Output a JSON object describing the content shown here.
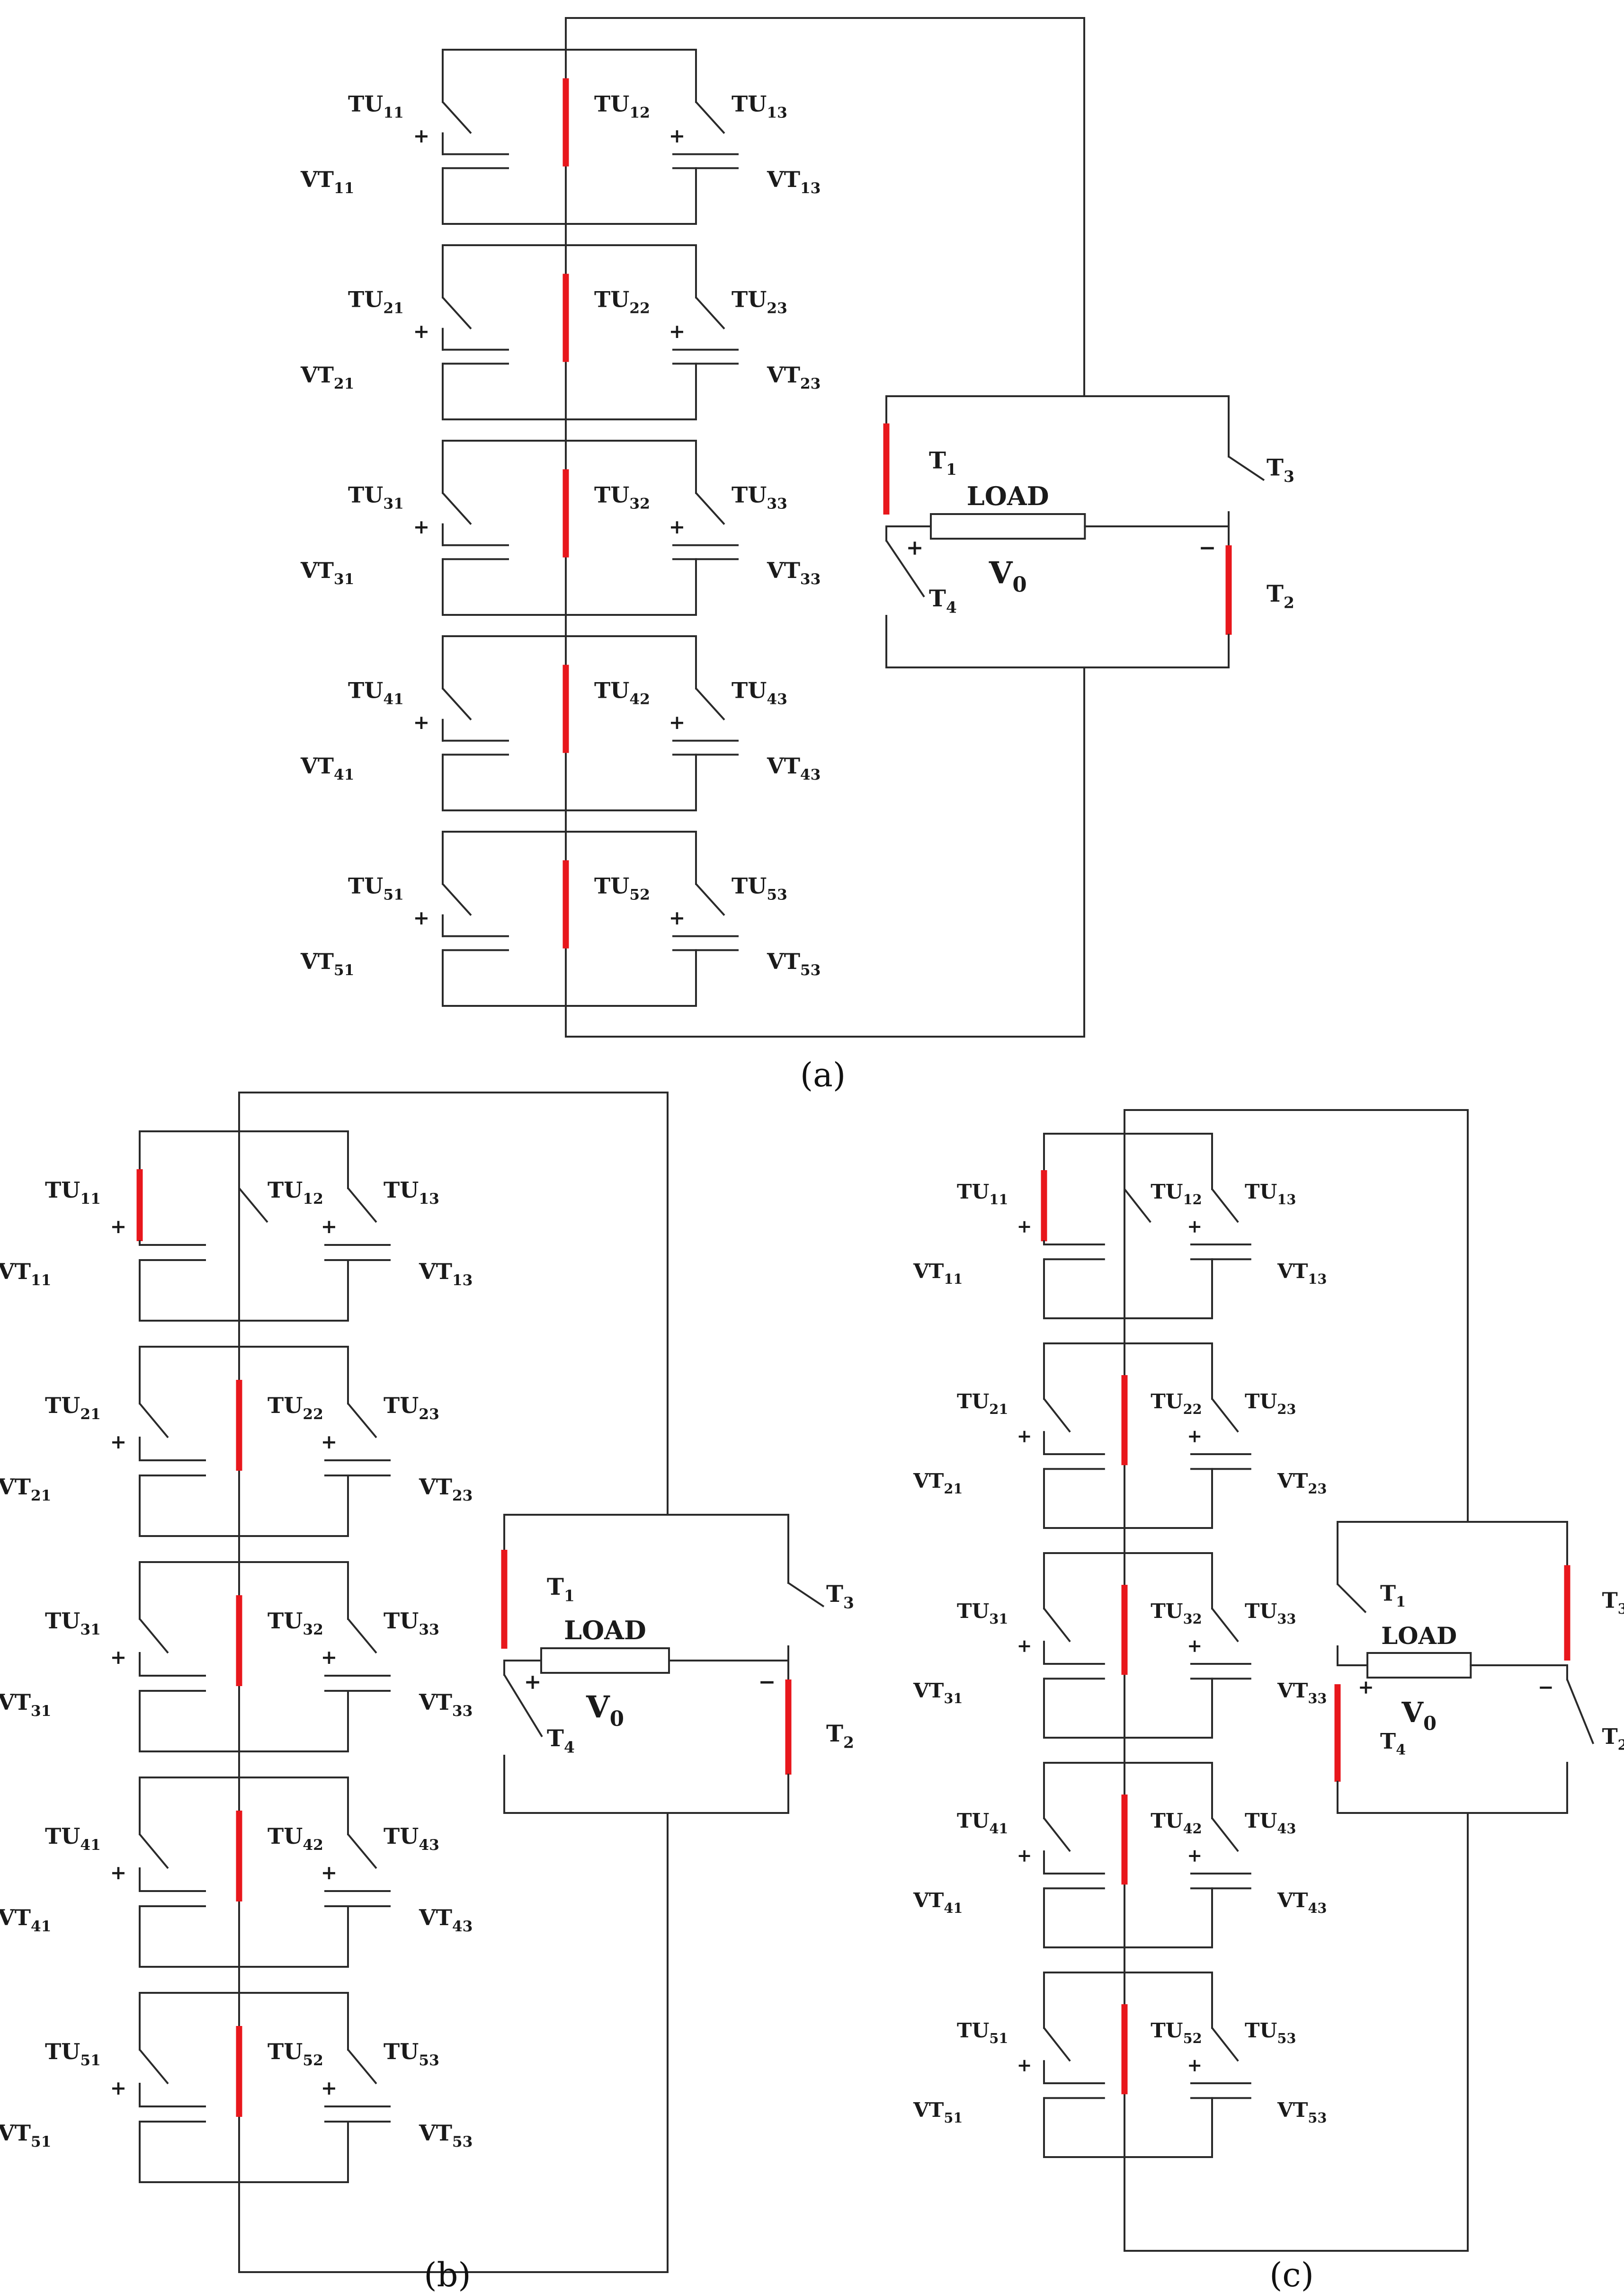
{
  "colors": {
    "wire": "#2a2a2a",
    "closed_switch": "#e8171c",
    "text": "#1a1a1a",
    "background": "#ffffff"
  },
  "text": {
    "plus": "+",
    "minus": "−",
    "load_label": "LOAD",
    "v_main": "V",
    "v_sub": "0"
  },
  "panels": [
    {
      "caption": "(a)",
      "cell_closed": [
        [
          "mid"
        ],
        [
          "mid"
        ],
        [
          "mid"
        ],
        [
          "mid"
        ],
        [
          "mid"
        ]
      ],
      "rows": [
        {
          "tu_left": "11",
          "tu_mid": "12",
          "tu_right": "13",
          "vt_left": "11",
          "vt_right": "13"
        },
        {
          "tu_left": "21",
          "tu_mid": "22",
          "tu_right": "23",
          "vt_left": "21",
          "vt_right": "23"
        },
        {
          "tu_left": "31",
          "tu_mid": "32",
          "tu_right": "33",
          "vt_left": "31",
          "vt_right": "33"
        },
        {
          "tu_left": "41",
          "tu_mid": "42",
          "tu_right": "43",
          "vt_left": "41",
          "vt_right": "43"
        },
        {
          "tu_left": "51",
          "tu_mid": "52",
          "tu_right": "53",
          "vt_left": "51",
          "vt_right": "53"
        }
      ],
      "bridge": {
        "T1": "closed",
        "T2": "closed",
        "T3": "open",
        "T4": "open"
      }
    },
    {
      "caption": "(b)",
      "cell_closed": [
        [
          "left"
        ],
        [
          "mid"
        ],
        [
          "mid"
        ],
        [
          "mid"
        ],
        [
          "mid"
        ]
      ],
      "rows": [
        {
          "tu_left": "11",
          "tu_mid": "12",
          "tu_right": "13",
          "vt_left": "11",
          "vt_right": "13"
        },
        {
          "tu_left": "21",
          "tu_mid": "22",
          "tu_right": "23",
          "vt_left": "21",
          "vt_right": "23"
        },
        {
          "tu_left": "31",
          "tu_mid": "32",
          "tu_right": "33",
          "vt_left": "31",
          "vt_right": "33"
        },
        {
          "tu_left": "41",
          "tu_mid": "42",
          "tu_right": "43",
          "vt_left": "41",
          "vt_right": "43"
        },
        {
          "tu_left": "51",
          "tu_mid": "52",
          "tu_right": "53",
          "vt_left": "51",
          "vt_right": "53"
        }
      ],
      "bridge": {
        "T1": "closed",
        "T2": "closed",
        "T3": "open",
        "T4": "open"
      }
    },
    {
      "caption": "(c)",
      "cell_closed": [
        [
          "left"
        ],
        [
          "mid"
        ],
        [
          "mid"
        ],
        [
          "mid"
        ],
        [
          "mid"
        ]
      ],
      "rows": [
        {
          "tu_left": "11",
          "tu_mid": "12",
          "tu_right": "13",
          "vt_left": "11",
          "vt_right": "13"
        },
        {
          "tu_left": "21",
          "tu_mid": "22",
          "tu_right": "23",
          "vt_left": "21",
          "vt_right": "23"
        },
        {
          "tu_left": "31",
          "tu_mid": "32",
          "tu_right": "33",
          "vt_left": "31",
          "vt_right": "33"
        },
        {
          "tu_left": "41",
          "tu_mid": "42",
          "tu_right": "43",
          "vt_left": "41",
          "vt_right": "43"
        },
        {
          "tu_left": "51",
          "tu_mid": "52",
          "tu_right": "53",
          "vt_left": "51",
          "vt_right": "53"
        }
      ],
      "bridge": {
        "T1": "open",
        "T2": "open",
        "T3": "closed",
        "T4": "closed"
      }
    }
  ]
}
